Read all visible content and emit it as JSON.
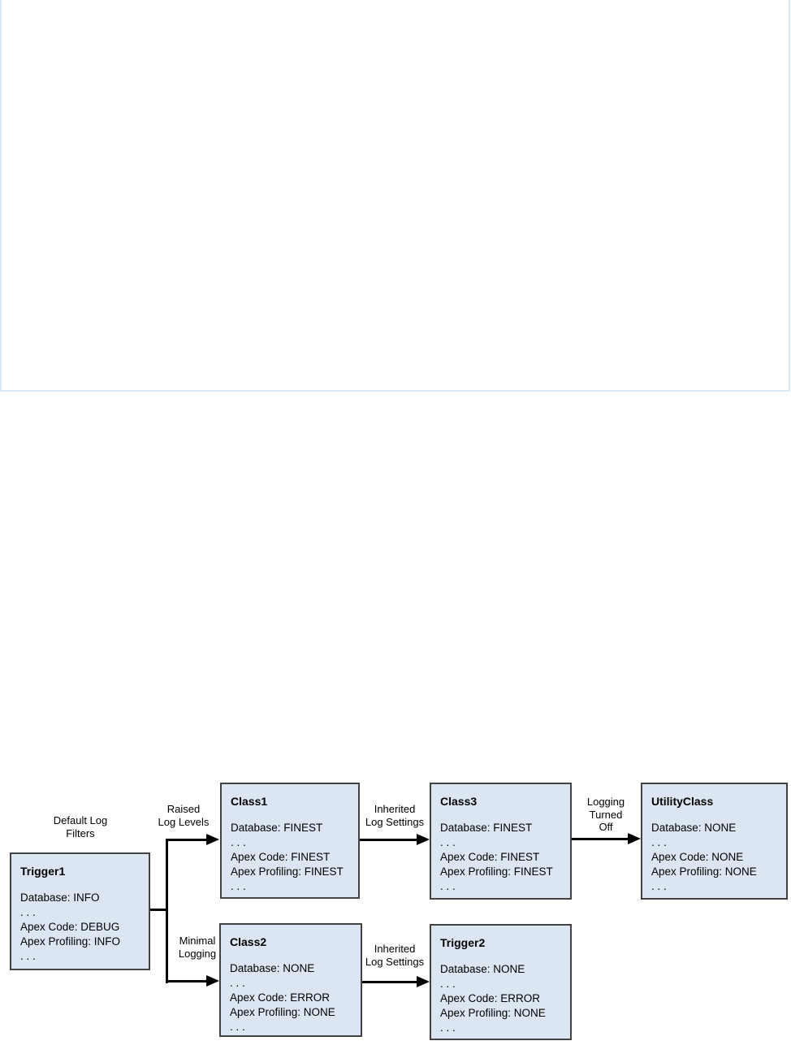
{
  "top_panel": {
    "border_color": "#d9eaf6"
  },
  "diagram": {
    "colors": {
      "node_fill": "#dce6f2",
      "node_border": "#424242",
      "connector": "#000000"
    },
    "nodes": {
      "trigger1": {
        "title": "Trigger1",
        "lines": [
          "Database: INFO",
          ". . .",
          "Apex Code: DEBUG",
          "Apex Profiling: INFO",
          ". . ."
        ]
      },
      "class1": {
        "title": "Class1",
        "lines": [
          "Database: FINEST",
          ". . .",
          "Apex Code: FINEST",
          "Apex Profiling: FINEST",
          ". . ."
        ]
      },
      "class2": {
        "title": "Class2",
        "lines": [
          "Database: NONE",
          ". . .",
          "Apex Code: ERROR",
          "Apex Profiling: NONE",
          ". . ."
        ]
      },
      "class3": {
        "title": "Class3",
        "lines": [
          "Database: FINEST",
          ". . .",
          "Apex Code: FINEST",
          "Apex Profiling: FINEST",
          ". . ."
        ]
      },
      "trigger2": {
        "title": "Trigger2",
        "lines": [
          "Database: NONE",
          ". . .",
          "Apex Code: ERROR",
          "Apex Profiling: NONE",
          ". . ."
        ]
      },
      "utilityclass": {
        "title": "UtilityClass",
        "lines": [
          "Database: NONE",
          ". . .",
          "Apex Code: NONE",
          "Apex Profiling: NONE",
          ". . ."
        ]
      }
    },
    "labels": {
      "default_log_filters": "Default Log\nFilters",
      "raised_log_levels": "Raised\nLog Levels",
      "minimal_logging": "Minimal\nLogging",
      "inherited_log_settings_top": "Inherited\nLog Settings",
      "inherited_log_settings_bottom": "Inherited\nLog Settings",
      "logging_turned_off": "Logging\nTurned\nOff"
    }
  }
}
